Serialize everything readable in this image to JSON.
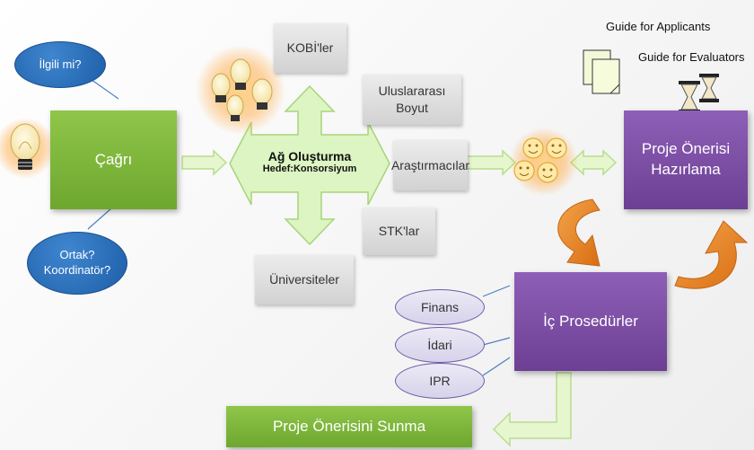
{
  "nodes": {
    "cagri": "Çağrı",
    "ilgili": "İlgili mi?",
    "ortak": "Ortak? Koordinatör?",
    "network_title": "Ağ Oluşturma",
    "network_sub": "Hedef:Konsorsiyum",
    "kobi": "KOBİ'ler",
    "uluslararasi": "Uluslararası Boyut",
    "arastirma": "Araştırmacılar",
    "stk": "STK'lar",
    "universiteler": "Üniversiteler",
    "proje_hazirlama": "Proje Önerisi Hazırlama",
    "ic_prosedurler": "İç Prosedürler",
    "finans": "Finans",
    "idari": "İdari",
    "ipr": "IPR",
    "sunma": "Proje Önerisini Sunma"
  },
  "documents": {
    "guide_applicants": "Guide for Applicants",
    "guide_evaluators": "Guide for Evaluators"
  },
  "colors": {
    "green": "#7ab63a",
    "purple": "#7b4ea5",
    "blue_oval": "#2b6fb8",
    "lavender_oval": "#e2def0",
    "grey_box": "#dcdcdc",
    "orange_arrow": "#e8821f",
    "light_green_arrow": "#d9f2b8"
  }
}
